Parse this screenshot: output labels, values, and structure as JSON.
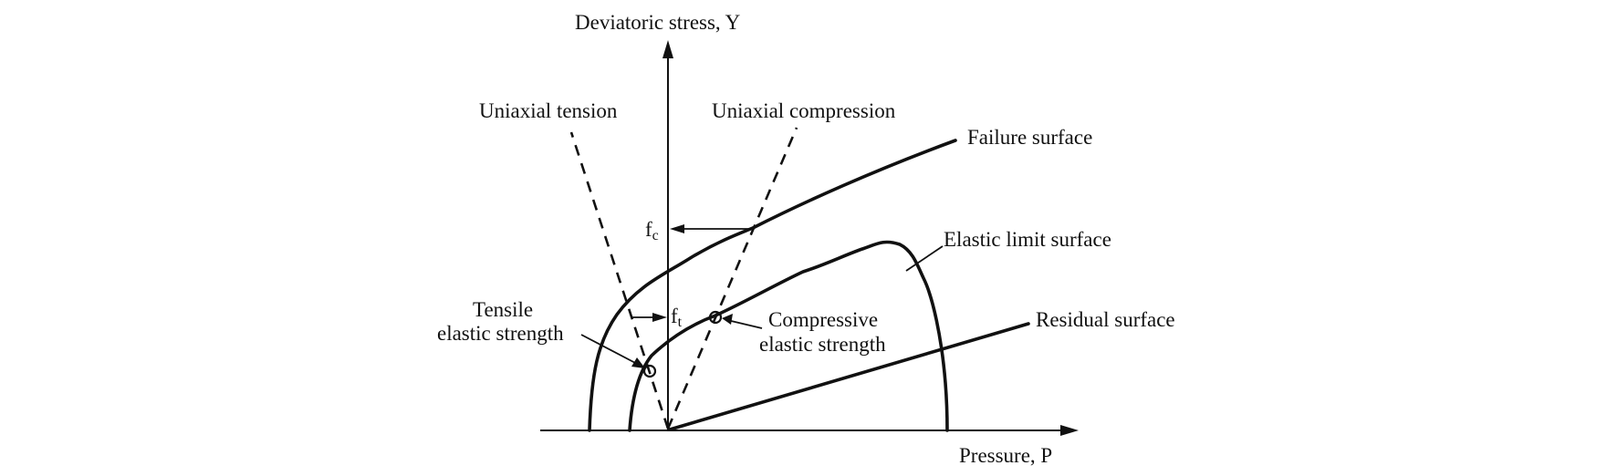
{
  "axes": {
    "y_label": "Deviatoric stress, Y",
    "x_label": "Pressure, P"
  },
  "lines": {
    "uniaxial_tension": "Uniaxial tension",
    "uniaxial_compression": "Uniaxial compression"
  },
  "surfaces": {
    "failure": "Failure surface",
    "elastic_limit": "Elastic limit surface",
    "residual": "Residual surface"
  },
  "points": {
    "fc_main": "f",
    "fc_sub": "c",
    "ft_main": "f",
    "ft_sub": "t",
    "tensile_line1": "Tensile",
    "tensile_line2": "elastic strength",
    "compressive_line1": "Compressive",
    "compressive_line2": "elastic strength"
  }
}
